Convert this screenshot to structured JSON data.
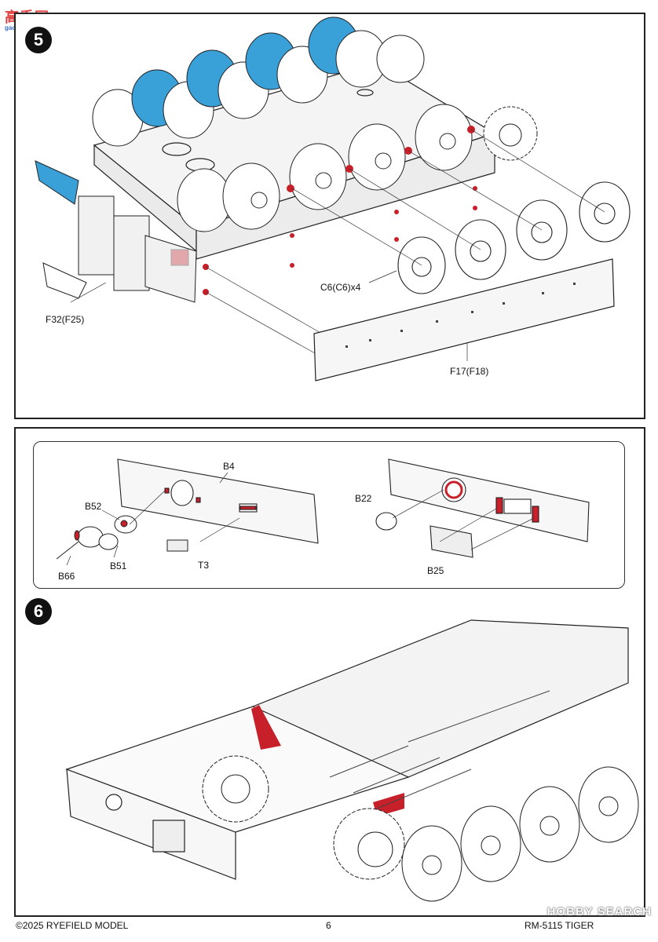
{
  "watermark": {
    "logo_text": "高手网",
    "logo_sub": "gao-shou.com",
    "search_mark": "HOBBY SEARCH"
  },
  "step5": {
    "number": "5",
    "labels": {
      "wheels": "C6(C6)x4",
      "side_plate": "F32(F25)",
      "skirt": "F17(F18)"
    }
  },
  "subassembly": {
    "left": {
      "top_part": "B4",
      "hub": "B52",
      "bolt": "B66",
      "washer": "B51",
      "tow": "T3"
    },
    "right": {
      "cap": "B22",
      "bracket": "B25"
    }
  },
  "step6": {
    "number": "6"
  },
  "footer": {
    "copyright": "©2025 RYEFIELD MODEL",
    "page": "6",
    "code": "RM-5115 TIGER"
  },
  "colors": {
    "highlight_red": "#c8202a",
    "highlight_blue": "#3aa0d8",
    "line": "#222222"
  }
}
